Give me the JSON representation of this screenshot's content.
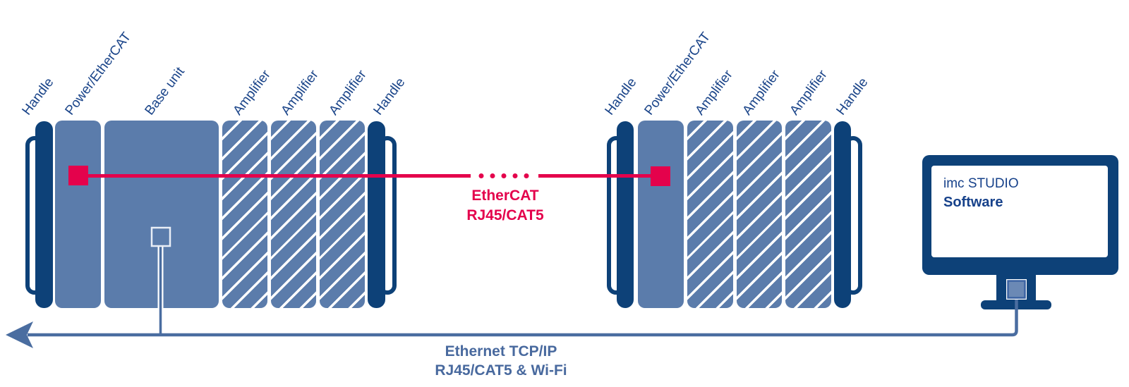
{
  "left_device": {
    "labels": [
      "Handle",
      "Power/EtherCAT",
      "Base unit",
      "Amplifier",
      "Amplifier",
      "Amplifier",
      "Handle"
    ]
  },
  "right_device": {
    "labels": [
      "Handle",
      "Power/EtherCAT",
      "Amplifier",
      "Amplifier",
      "Amplifier",
      "Handle"
    ]
  },
  "ethercat_link": {
    "line1": "EtherCAT",
    "line2": "RJ45/CAT5"
  },
  "ethernet_link": {
    "line1": "Ethernet TCP/IP",
    "line2": "RJ45/CAT5 & Wi-Fi"
  },
  "computer": {
    "screen_line1": "imc STUDIO",
    "screen_line2": "Software"
  },
  "colors": {
    "navy": "#0d4178",
    "module_blue": "#5b7cab",
    "ethercat_red": "#e4024c",
    "ethernet_blue": "#4a6da0",
    "label_navy": "#1a4489"
  }
}
